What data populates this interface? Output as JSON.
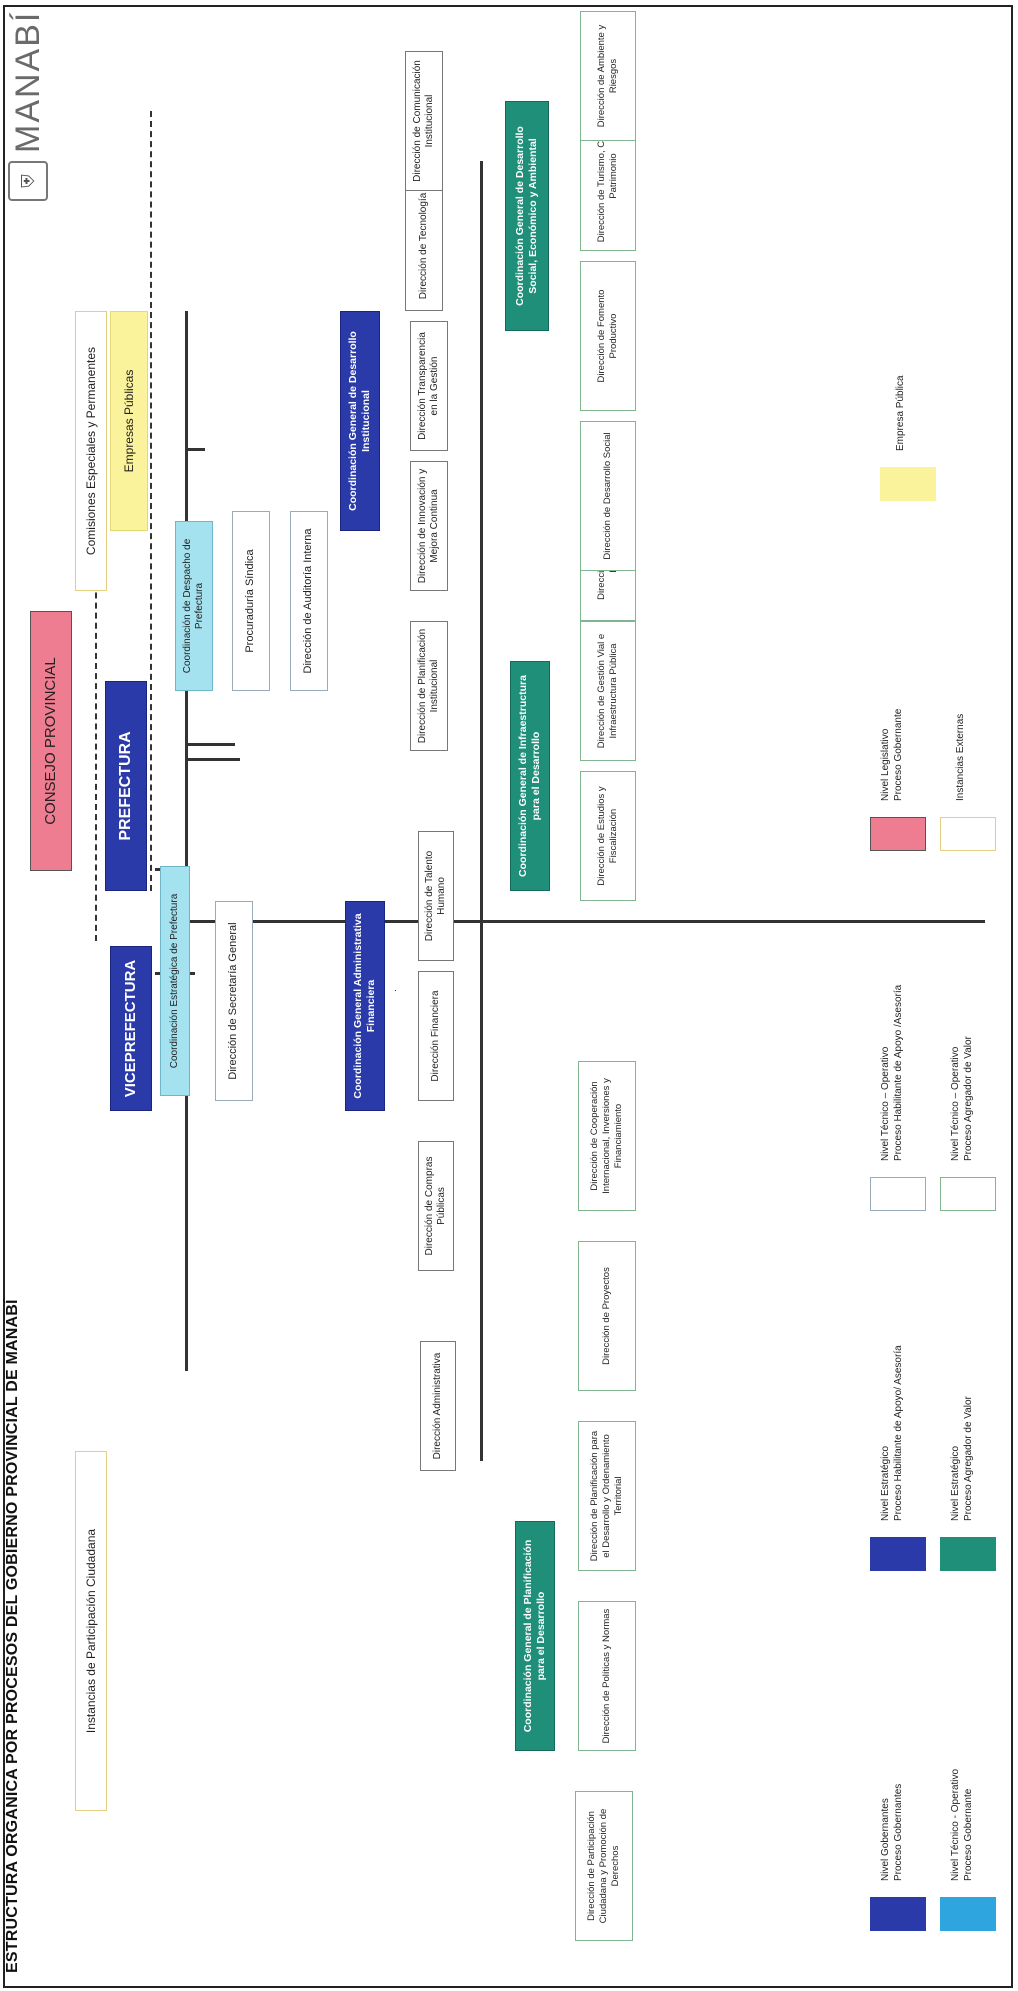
{
  "title": "ESTRUCTURA ORGÁNICA POR PROCESOS DEL GOBIERNO PROVINCIAL DE MANABÍ",
  "logo": {
    "text": "MANABÍ",
    "icon": "seal-icon"
  },
  "colors": {
    "nivel_gobernante": "#2a3aa8",
    "legislativo": "#ee7d92",
    "tecnico_operativo_gobernante": "#a4e2f0",
    "agregador_valor": "#1f8f7a",
    "empresa_publica": "#fbf39b"
  },
  "top": {
    "instancias": "Instancias de Participación Ciudadana",
    "consejo": "CONSEJO PROVINCIAL",
    "comisiones": "Comisiones Especiales y Permanentes",
    "viceprefectura": "VICEPREFECTURA",
    "prefectura": "PREFECTURA",
    "empresas": "Empresas Públicas"
  },
  "staff": {
    "coord_estrategica": "Coordinación Estratégica de Prefectura",
    "secretaria": "Dirección de Secretaría General",
    "coord_despacho": "Coordinación de Despacho de Prefectura",
    "procuraduria": "Procuraduría Síndica",
    "auditoria": "Dirección de Auditoría Interna"
  },
  "admin": {
    "head": "Coordinación General Administrativa Financiera",
    "items": [
      "Dirección Administrativa",
      "Dirección de Compras Públicas",
      "Dirección Financiera",
      "Dirección de Talento Humano"
    ]
  },
  "institucional": {
    "head": "Coordinación General de Desarrollo Institucional",
    "items": [
      "Dirección de Planificación Institucional",
      "Dirección de Innovación y Mejora Continua",
      "Dirección Transparencia en la Gestión",
      "Dirección de Tecnología",
      "Dirección de Comunicación Institucional"
    ]
  },
  "planificacion": {
    "head": "Coordinación General de Planificación para el Desarrollo",
    "items": [
      "Dirección de Participación Ciudadana y Promoción de Derechos",
      "Dirección de Políticas y Normas",
      "Dirección de Planificación para el Desarrollo y Ordenamiento Territorial",
      "Dirección de Proyectos",
      "Dirección de Cooperación Internacional, Inversiones y Financiamiento"
    ]
  },
  "infraestructura": {
    "head": "Coordinación General de Infraestructura para el Desarrollo",
    "items": [
      "Dirección de Estudios y Fiscalización",
      "Dirección de Gestión Vial e Infraestructura Pública",
      "Dirección de Riego y Drenaje"
    ]
  },
  "social": {
    "head": "Coordinación General de Desarrollo Social, Económico y Ambiental",
    "items": [
      "Dirección de Desarrollo Social",
      "Dirección de Fomento Productivo",
      "Dirección de Turismo, Cultura y Patrimonio",
      "Dirección de Ambiente y Riesgos"
    ]
  },
  "legend": [
    {
      "l1": "Nivel Gobernantes",
      "l2": "Proceso Gobernantes"
    },
    {
      "l1": "Nivel Técnico - Operativo",
      "l2": "Proceso Gobernante"
    },
    {
      "l1": "Nivel Estratégico",
      "l2": "Proceso Habilitante de Apoyo/ Asesoría"
    },
    {
      "l1": "Nivel Estratégico",
      "l2": "Proceso Agregador de Valor"
    },
    {
      "l1": "Nivel Técnico – Operativo",
      "l2": "Proceso Habilitante de Apoyo /Asesoría"
    },
    {
      "l1": "Nivel Técnico – Operativo",
      "l2": "Proceso Agregador de Valor"
    },
    {
      "l1": "Nivel Legislativo",
      "l2": "Proceso Gobernante"
    },
    {
      "l1": "Instancias Externas",
      "l2": ""
    },
    {
      "l1": "Empresa Pública",
      "l2": ""
    }
  ]
}
